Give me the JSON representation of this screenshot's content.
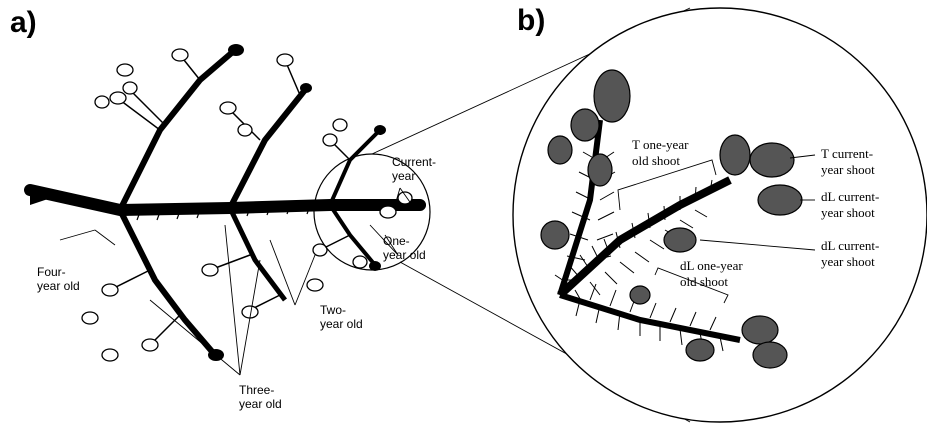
{
  "panels": {
    "a": {
      "letter": "a)",
      "labels": {
        "current_year": "Current-\nyear",
        "one_year": "One-\nyear old",
        "two_year": "Two-\nyear old",
        "three_year": "Three-\nyear old",
        "four_year": "Four-\nyear old"
      }
    },
    "b": {
      "letter": "b)",
      "labels": {
        "t_one_year": "T one-year\nold shoot",
        "t_current": "T current-\nyear shoot",
        "dl_current_1": "dL current-\nyear shoot",
        "dl_current_2": "dL current-\nyear shoot",
        "dl_one_year": "dL one-year\nold shoot"
      }
    }
  }
}
